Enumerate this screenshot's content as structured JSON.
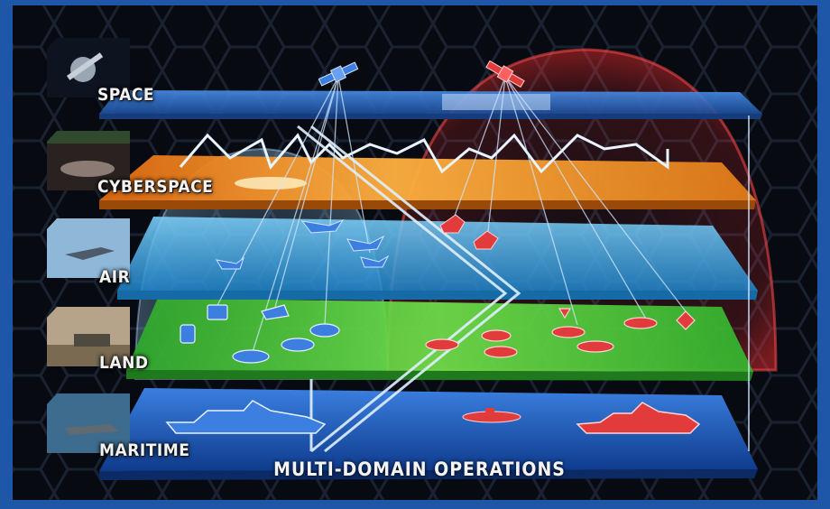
{
  "domains": [
    {
      "id": "space",
      "label": "SPACE"
    },
    {
      "id": "cyberspace",
      "label": "CYBERSPACE"
    },
    {
      "id": "air",
      "label": "AIR"
    },
    {
      "id": "land",
      "label": "LAND"
    },
    {
      "id": "maritime",
      "label": "MARITIME"
    }
  ],
  "caption": "MULTI-DOMAIN OPERATIONS",
  "colors": {
    "frame": "#1f57a8",
    "background": "#070a10",
    "space_layer": "#2f6fd0",
    "cyber_layer": "#f08a1c",
    "air_layer": "#3aaee8",
    "land_layer": "#3fc23a",
    "maritime_layer": "#1d5cc4",
    "friendly": "#3d7fe0",
    "adversary": "#e23b3b",
    "link": "#cfe6ff"
  }
}
